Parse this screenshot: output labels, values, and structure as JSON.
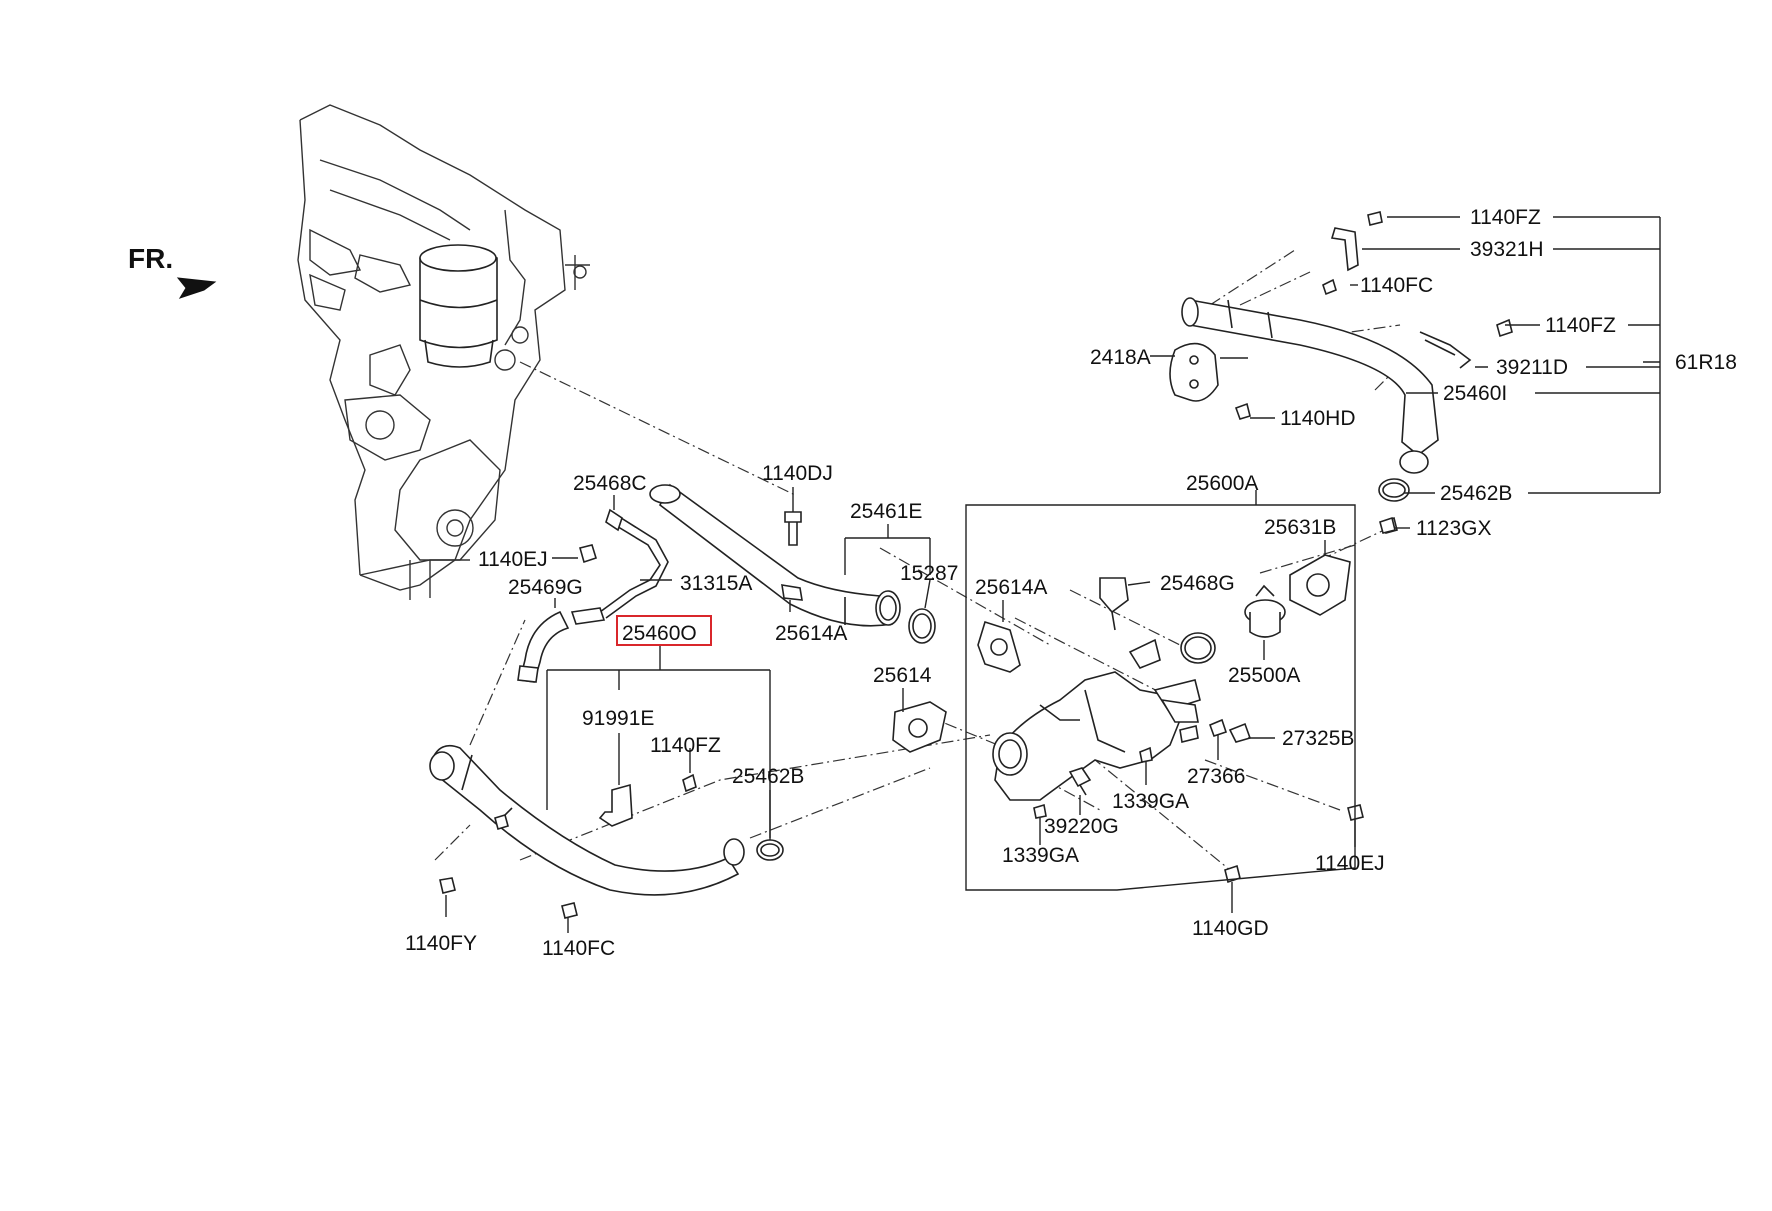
{
  "direction_marker": "FR.",
  "highlight_color": "#d9262b",
  "selected_part": "25460O",
  "labels": {
    "l_1140fz_a": "1140FZ",
    "l_39321h": "39321H",
    "l_1140fc_a": "1140FC",
    "l_1140fz_b": "1140FZ",
    "l_61r18": "61R18",
    "l_2418a": "2418A",
    "l_39211d": "39211D",
    "l_25460i": "25460I",
    "l_1140hd": "1140HD",
    "l_25462b_a": "25462B",
    "l_25600a": "25600A",
    "l_25631b": "25631B",
    "l_1123gx": "1123GX",
    "l_1140dj": "1140DJ",
    "l_25461e": "25461E",
    "l_25468c": "25468C",
    "l_1140ej_a": "1140EJ",
    "l_15287": "15287",
    "l_25614a_a": "25614A",
    "l_25468g": "25468G",
    "l_31315a": "31315A",
    "l_25469g": "25469G",
    "l_25614a_b": "25614A",
    "l_25460o": "25460O",
    "l_25500a": "25500A",
    "l_25614": "25614",
    "l_91991e": "91991E",
    "l_27325b": "27325B",
    "l_1140fz_c": "1140FZ",
    "l_27366": "27366",
    "l_25462b_b": "25462B",
    "l_1339ga_a": "1339GA",
    "l_39220g": "39220G",
    "l_1339ga_b": "1339GA",
    "l_1140ej_b": "1140EJ",
    "l_1140gd": "1140GD",
    "l_1140fy": "1140FY",
    "l_1140fc_b": "1140FC"
  }
}
